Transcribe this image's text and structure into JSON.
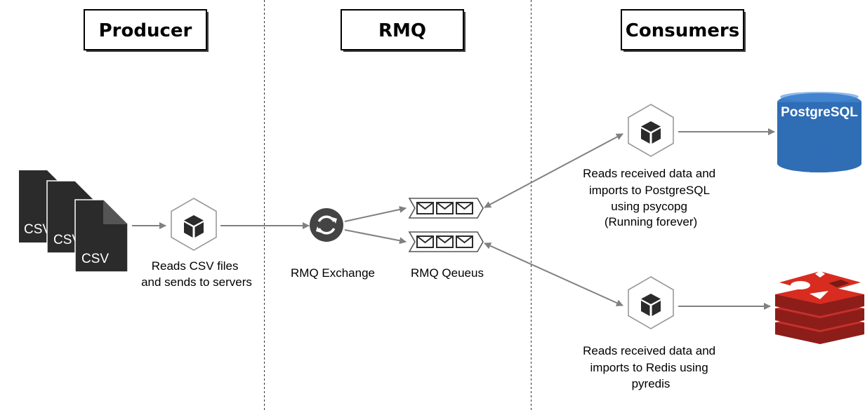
{
  "columns": {
    "producer": "Producer",
    "rmq": "RMQ",
    "consumers": "Consumers"
  },
  "producer": {
    "csv_label": "CSV",
    "description_lines": [
      "Reads CSV files",
      "and sends to servers"
    ]
  },
  "rmq": {
    "exchange_label": "RMQ Exchange",
    "queues_label": "RMQ Qeueus"
  },
  "consumers": {
    "postgres": {
      "description_lines": [
        "Reads received data and",
        "imports to PostgreSQL",
        "using psycopg",
        "(Running forever)"
      ],
      "db_label": "PostgreSQL",
      "db_color": "#2f6db5"
    },
    "redis": {
      "description_lines": [
        "Reads received data and",
        "imports to Redis using",
        "pyredis"
      ],
      "db_color": "#c6302b"
    }
  },
  "colors": {
    "arrow": "#808080",
    "dark_icon": "#2b2b2b",
    "divider": "#333333"
  },
  "icons": {
    "csv_files": "csv-file-stack-icon",
    "service": "cube-service-icon",
    "exchange": "refresh-exchange-icon",
    "queue": "mail-queue-icon",
    "postgres": "postgresql-db-icon",
    "redis": "redis-logo-icon"
  }
}
